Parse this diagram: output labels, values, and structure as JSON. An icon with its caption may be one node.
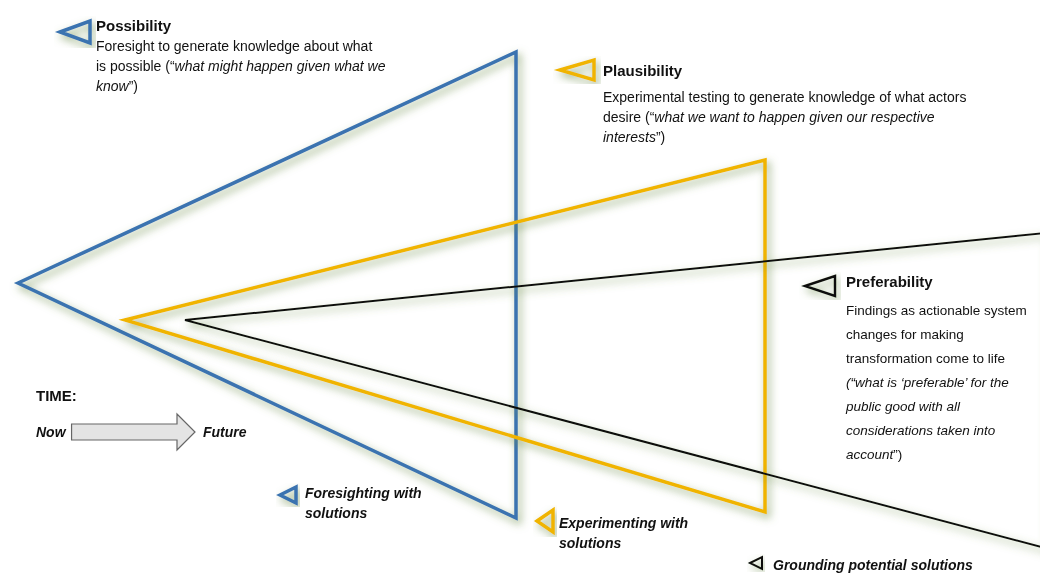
{
  "diagram": {
    "nodes": [
      {
        "text": [
          "Now"
        ]
      },
      {
        "text": [
          "Future"
        ]
      }
    ],
    "edges": [
      {
        "from": 0,
        "to": 1,
        "arrow": "to",
        "style": "thick"
      }
    ],
    "labels": [
      "Possibility",
      "Foresight to generate knowledge about what is possible (“*what might happen given what we know*”)",
      "Plausibility",
      "Experimental testing to generate knowledge of what actors desire (“*what we want to happen given our respective interests*”)",
      "Preferability",
      "Findings as actionable system changes for making transformation come to life *(“what is ‘preferable’ for the public good with all considerations taken into account*”)",
      "TIME:",
      "Foresighting with solutions",
      "Experimenting with solutions",
      "Grounding potential solutions"
    ]
  }
}
